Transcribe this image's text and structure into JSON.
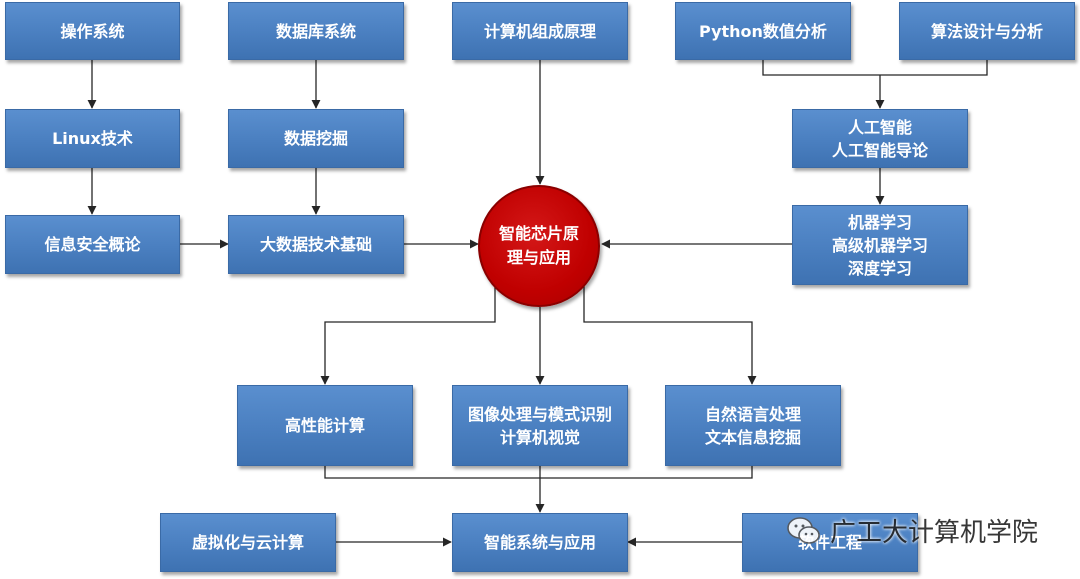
{
  "colors": {
    "box": "#4a7fc0",
    "center": "#c00000",
    "line": "#262626"
  },
  "nodes": {
    "os": "操作系统",
    "db": "数据库系统",
    "arch": "计算机组成原理",
    "python": "Python数值分析",
    "algo": "算法设计与分析",
    "linux": "Linux技术",
    "mining": "数据挖掘",
    "ai": [
      "人工智能",
      "人工智能导论"
    ],
    "security": "信息安全概论",
    "bigdata": "大数据技术基础",
    "center": [
      "智能芯片原",
      "理与应用"
    ],
    "ml": [
      "机器学习",
      "高级机器学习",
      "深度学习"
    ],
    "hpc": "高性能计算",
    "cv": [
      "图像处理与模式识别",
      "计算机视觉"
    ],
    "nlp": [
      "自然语言处理",
      "文本信息挖掘"
    ],
    "virt": "虚拟化与云计算",
    "sys": "智能系统与应用",
    "se": "软件工程"
  },
  "watermark": {
    "text": "广工大计算机学院",
    "icon": "wechat-icon"
  }
}
